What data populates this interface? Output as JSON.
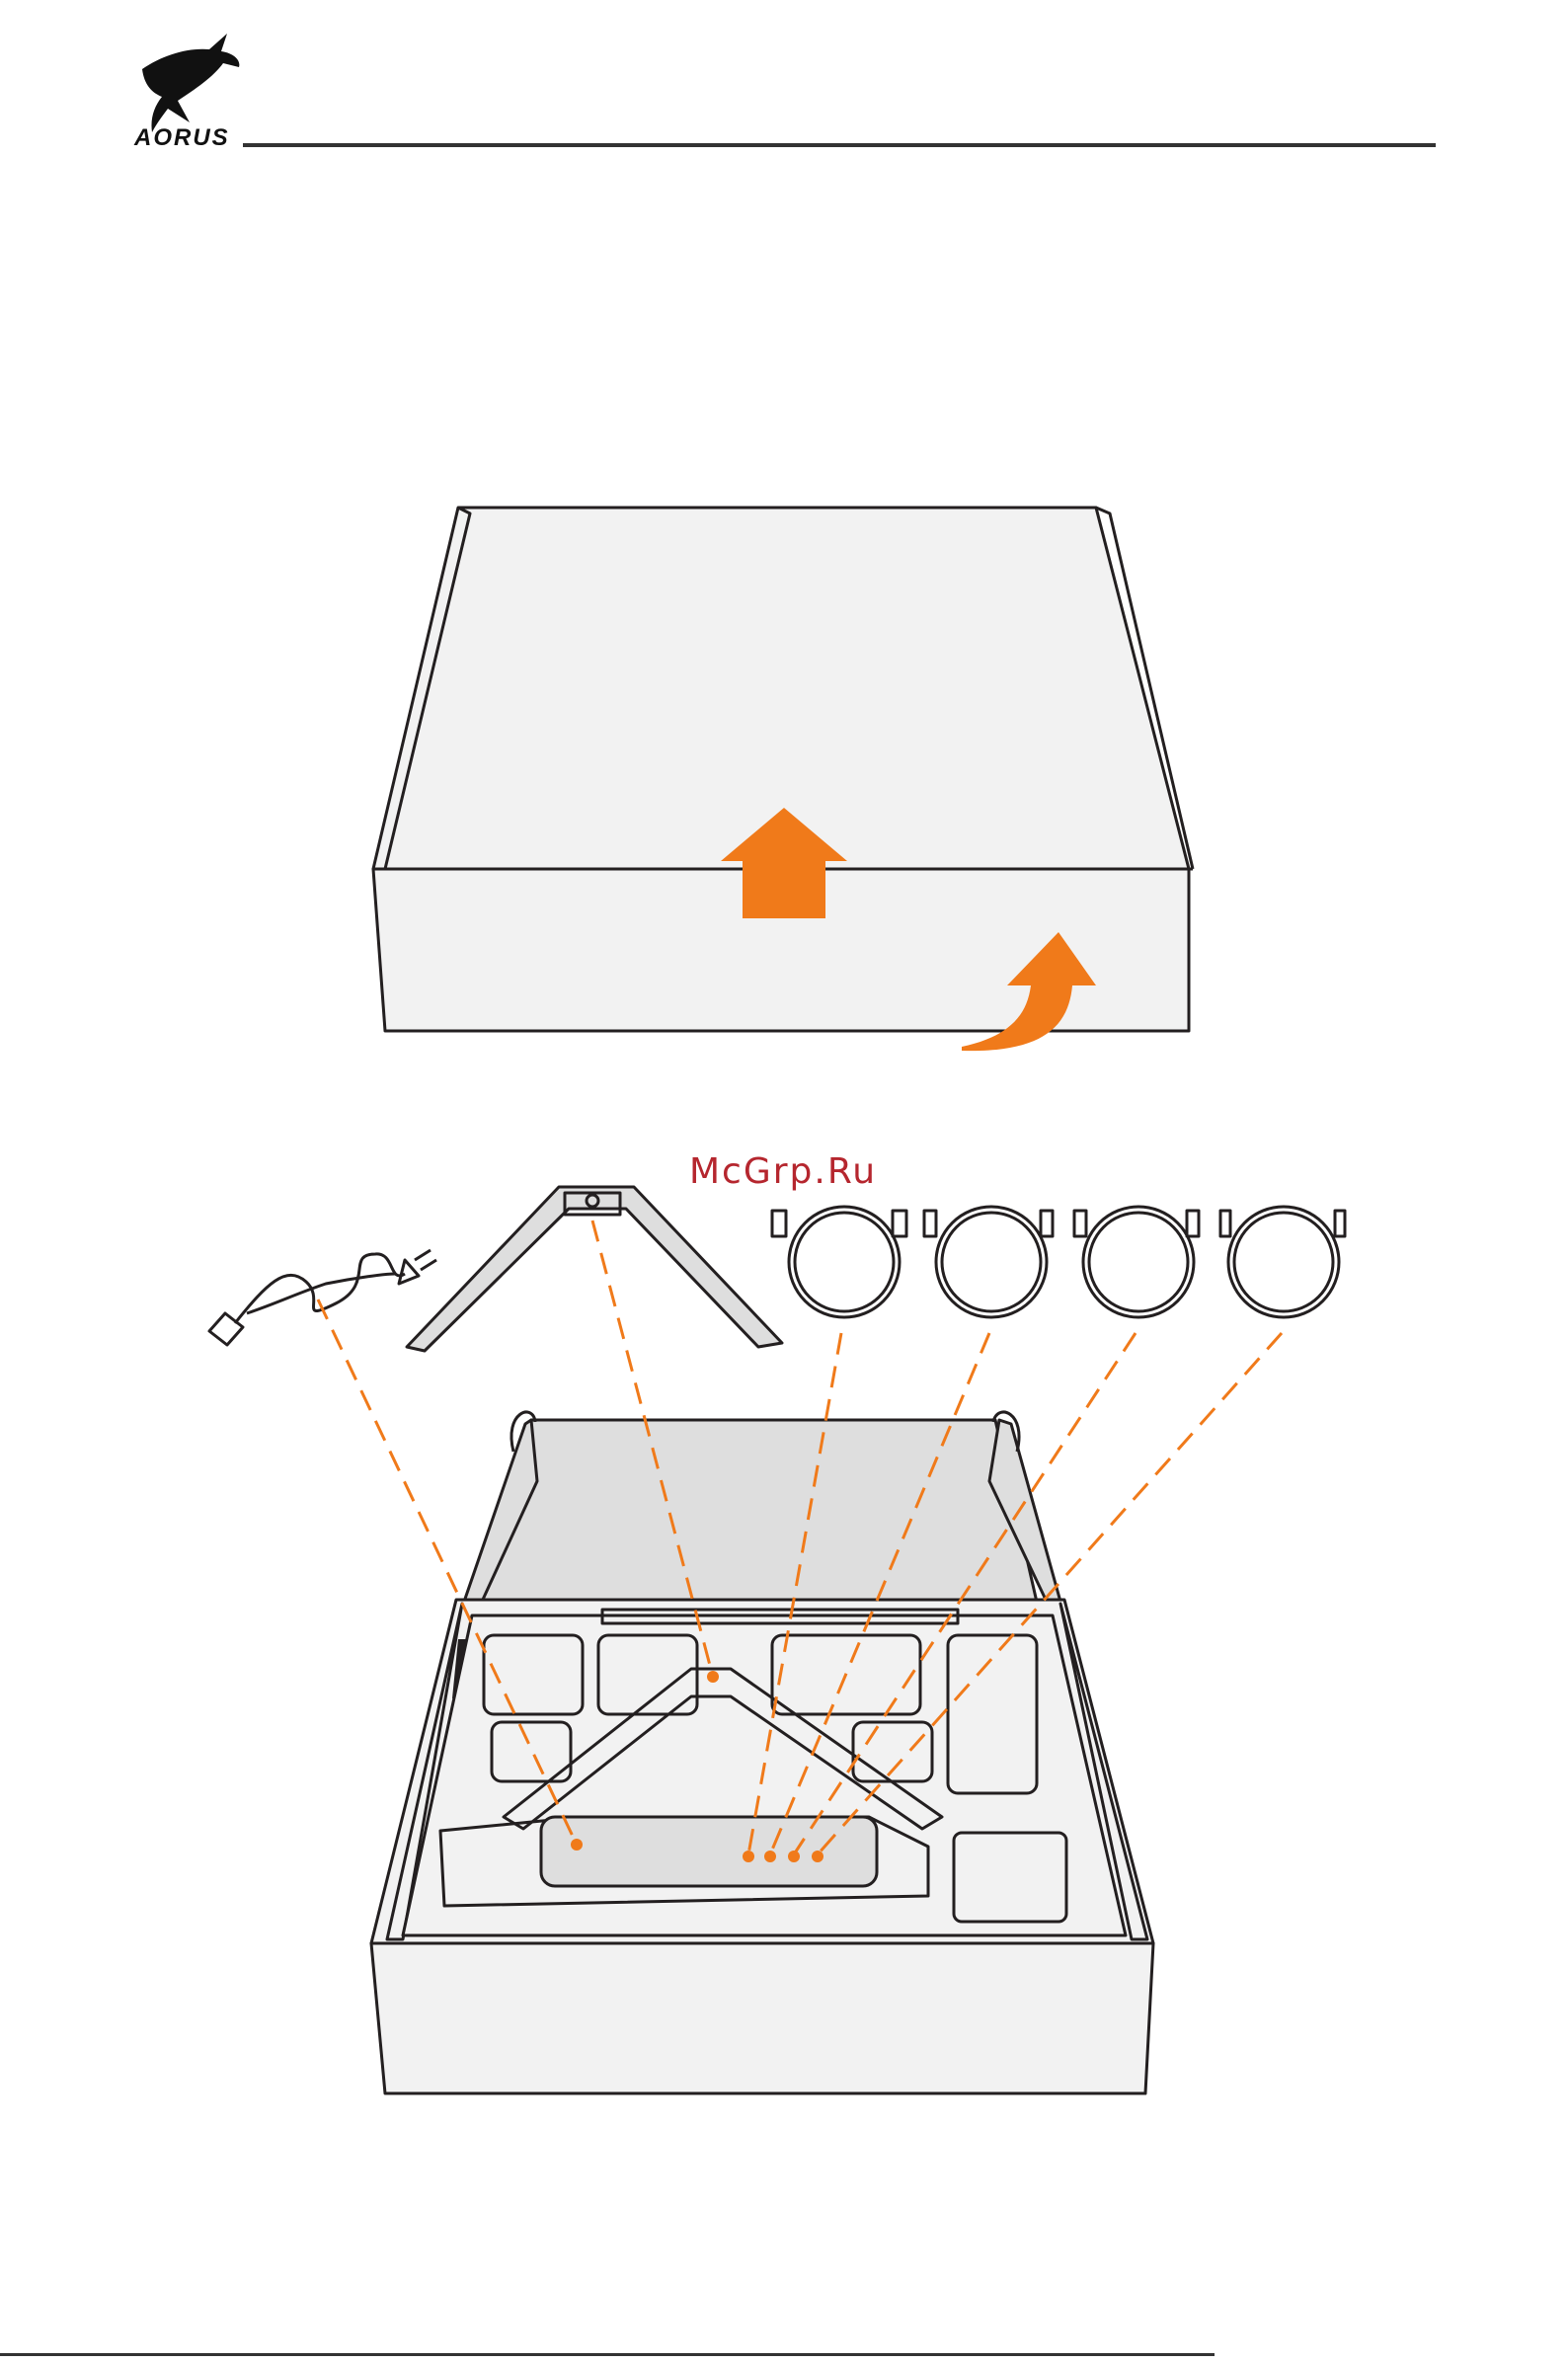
{
  "header": {
    "brand": "AORUS",
    "logo_icon": "aorus-falcon-logo-icon"
  },
  "watermark": {
    "text": "McGrp.Ru"
  },
  "colors": {
    "accent": "#f07a1a",
    "box_fill": "#f2f2f2",
    "insert_fill": "#dedede",
    "stroke": "#231f20",
    "watermark": "#b5262e"
  },
  "illustrations": [
    {
      "name": "closed-box",
      "arrows": [
        "lift-up-arrow-icon",
        "curved-up-arrow-icon"
      ]
    },
    {
      "name": "open-box-with-accessories",
      "items": [
        "power-cord-icon",
        "monitor-stand-base-icon",
        "hdmi-cable-icon",
        "usb-cable-icon",
        "displayport-cable-icon",
        "usb-c-cable-icon"
      ]
    }
  ]
}
